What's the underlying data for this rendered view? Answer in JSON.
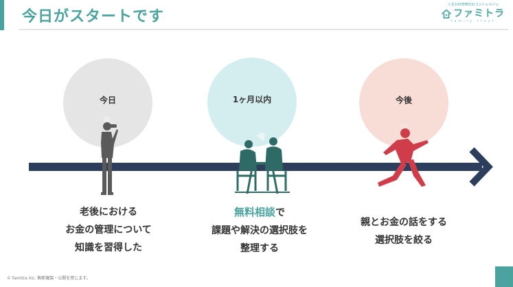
{
  "header": {
    "title": "今日がスタートです"
  },
  "logo": {
    "tagline": "人生100年時代のコンシェルジュ",
    "name": "ファミトラ",
    "subname": "family trust",
    "icon": "house-icon"
  },
  "timeline": [
    {
      "label": "今日",
      "desc_lines": [
        "老後における",
        "お金の管理について",
        "知識を習得した"
      ]
    },
    {
      "label": "1ヶ月以内",
      "desc_accent": "無料相談",
      "desc_accent_suffix": "で",
      "desc_lines": [
        "課題や解決の選択肢を",
        "整理する"
      ]
    },
    {
      "label": "今後",
      "desc_lines": [
        "親とお金の話をする",
        "選択肢を絞る"
      ]
    }
  ],
  "footer": {
    "copyright": "© famitra Inc. 無断複製・公開を禁じます。"
  },
  "colors": {
    "accent": "#4aa39f",
    "arrow": "#2c3e5c",
    "runner": "#cf3d4a"
  }
}
